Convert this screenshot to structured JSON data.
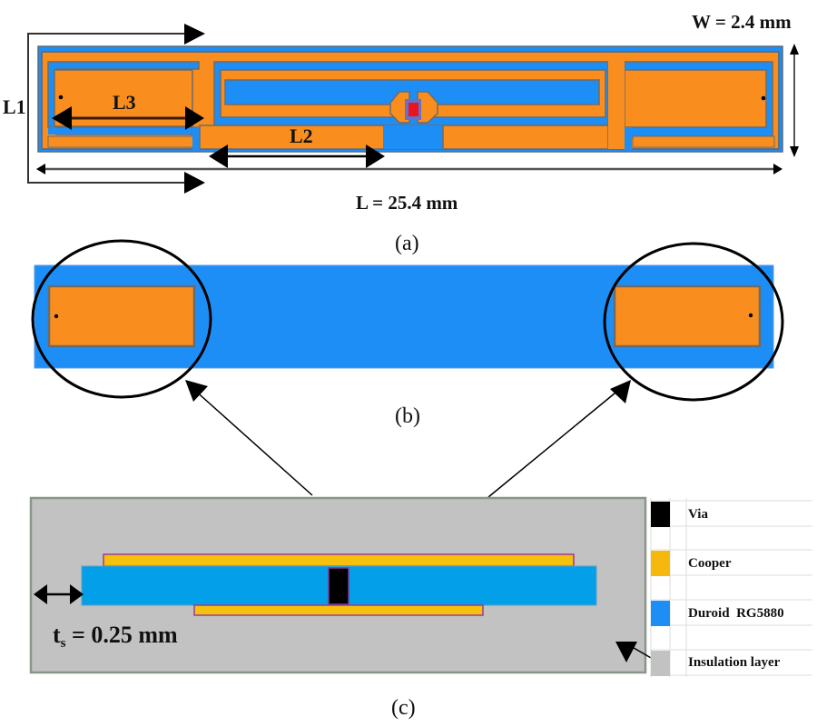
{
  "colors": {
    "copper_orange": "#F98E1E",
    "substrate_blue": "#1E8EF7",
    "outline_gray": "#6B6B6B",
    "chip_red": "#E8141E",
    "pad_purple": "#6A6FC8",
    "cross_copper": "#F5C10C",
    "cross_substrate": "#039FE8",
    "via_black": "#000000",
    "insulation": "#C2C2C2",
    "outline_purple": "#9B3A9B"
  },
  "panel_a": {
    "caption": "(a)",
    "labels": {
      "L1": "L1",
      "L2": "L2",
      "L3": "L3",
      "L": "L = 25.4 mm",
      "W": "W = 2.4 mm"
    }
  },
  "panel_b": {
    "caption": "(b)"
  },
  "panel_c": {
    "caption": "(c)",
    "thickness_label": "t",
    "thickness_sub": "s",
    "thickness_value": " = 0.25 mm",
    "legend": [
      {
        "name": "Via",
        "color": "#000000"
      },
      {
        "name": "Cooper",
        "color": "#F5B80C"
      },
      {
        "name": "Duroid  RG5880",
        "color": "#1E8EF7"
      },
      {
        "name": "Insulation layer",
        "color": "#C2C2C2"
      }
    ]
  }
}
